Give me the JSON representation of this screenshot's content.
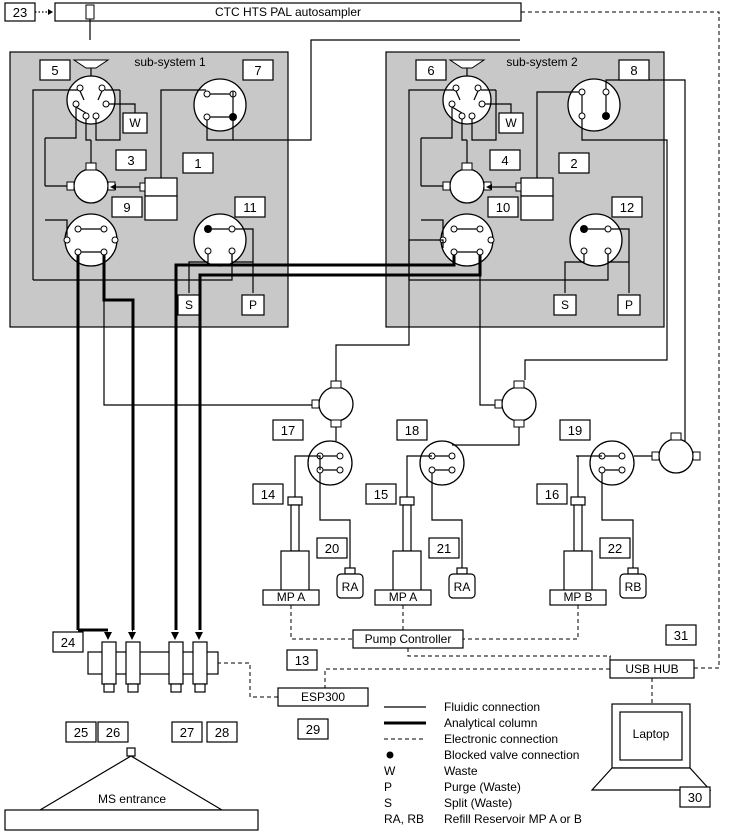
{
  "autosampler": {
    "num": "23",
    "label": "CTC HTS PAL autosampler"
  },
  "subsystems": [
    "sub-system 1",
    "sub-system 2"
  ],
  "numbers": [
    "1",
    "2",
    "3",
    "4",
    "5",
    "6",
    "7",
    "8",
    "9",
    "10",
    "11",
    "12",
    "13",
    "14",
    "15",
    "16",
    "17",
    "18",
    "19",
    "20",
    "21",
    "22",
    "24",
    "25",
    "26",
    "27",
    "28",
    "29",
    "30",
    "31"
  ],
  "boxes": {
    "W": "W",
    "S": "S",
    "P": "P"
  },
  "pumps": [
    "MP A",
    "MP A",
    "MP B"
  ],
  "reservoirs": [
    "RA",
    "RA",
    "RB"
  ],
  "pump_controller": "Pump Controller",
  "usb_hub": "USB HUB",
  "esp": "ESP300",
  "laptop": "Laptop",
  "ms": "MS entrance",
  "legend": [
    {
      "sym": "",
      "text": "Fluidic connection"
    },
    {
      "sym": "",
      "text": "Analytical column"
    },
    {
      "sym": "",
      "text": "Electronic connection"
    },
    {
      "sym": "",
      "text": "Blocked valve connection"
    },
    {
      "sym": "W",
      "text": "Waste"
    },
    {
      "sym": "P",
      "text": "Purge (Waste)"
    },
    {
      "sym": "S",
      "text": "Split (Waste)"
    },
    {
      "sym": "RA, RB",
      "text": "Refill Reservoir MP A or B"
    }
  ]
}
